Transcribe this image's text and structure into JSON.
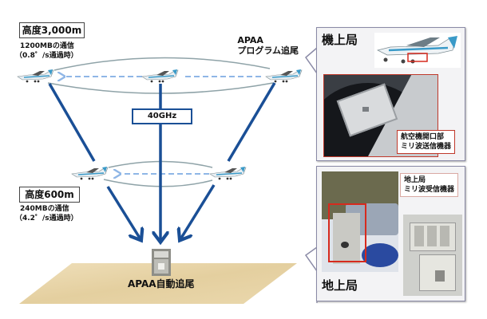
{
  "diagram": {
    "high_altitude": {
      "label": "高度3,000m",
      "rate": "1200MBの通信",
      "condition": "（0.8゜/s通過時）"
    },
    "low_altitude": {
      "label": "高度600m",
      "rate": "240MBの通信",
      "condition": "（4.2゜/s通過時）"
    },
    "program_tracking": {
      "line1": "APAA",
      "line2": "プログラム追尾"
    },
    "frequency": "40GHz",
    "ground_label": "APAA自動追尾"
  },
  "airborne_panel": {
    "title": "機上局",
    "caption_line1": "航空機開口部",
    "caption_line2": "ミリ波送信機器"
  },
  "ground_panel": {
    "title": "地上局",
    "caption_line1": "地上局",
    "caption_line2": "ミリ波受信機器"
  },
  "colors": {
    "arrow_blue": "#1a4f96",
    "dashed_blue": "#8fb6e6",
    "orbit_gray": "#8fa3a8",
    "highlight_red": "#d62a1e",
    "ground_sand": "#e6d3a8"
  }
}
